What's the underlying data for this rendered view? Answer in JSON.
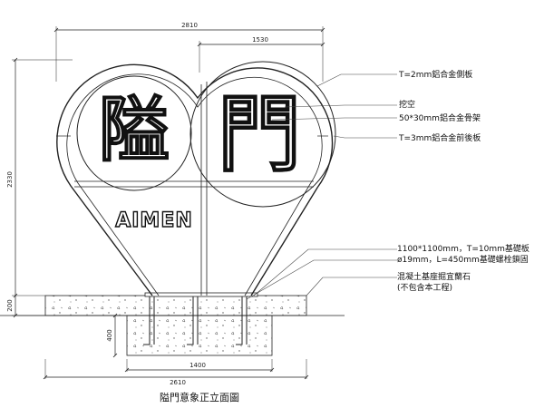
{
  "dimensions": {
    "top_width": "2810",
    "top_right": "1530",
    "height": "2330",
    "base_height": "200",
    "footing_height": "400",
    "footing_inner": "1400",
    "footing_width": "2610"
  },
  "sign": {
    "char_left": "隘",
    "char_right": "門",
    "brand": "AIMEN"
  },
  "annotations": {
    "side_panel": "T=2mm鋁合金側板",
    "hollow": "挖空",
    "frame": "50*30mm鋁合金骨架",
    "front_back": "T=3mm鋁合金前後板",
    "base_plate": "1100*1100mm，T=10mm基礎板",
    "anchor_bolt": "ø19mm，L=450mm基礎螺栓鎖固",
    "concrete": "混凝土基座掘宜蘭石",
    "excluded": "(不包含本工程)"
  },
  "caption": "隘門意象正立面圖",
  "colors": {
    "line": "#222222",
    "fill": "#ffffff",
    "leader": "#444444"
  }
}
